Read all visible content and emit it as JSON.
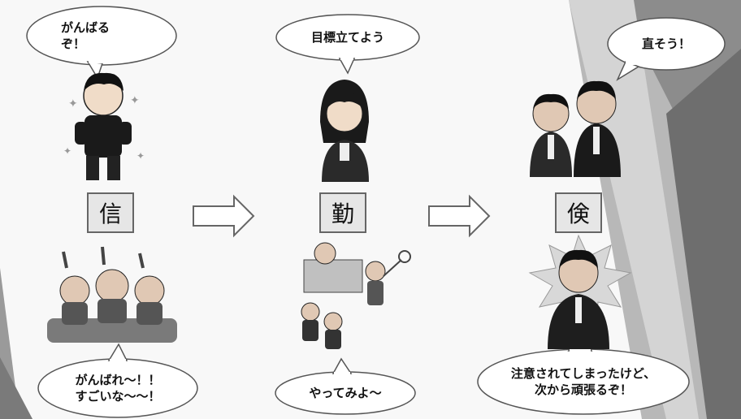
{
  "colors": {
    "background": "#f8f8f8",
    "box_fill": "#e6e6e6",
    "box_border": "#666666",
    "triangles": [
      "#9a9a9a",
      "#7a7a7a",
      "#c8c8c8"
    ]
  },
  "stages": [
    {
      "kanji": "信",
      "top_bubble": [
        "がんばる",
        "ぞ！"
      ],
      "bottom_bubble": [
        "がんばれ～！！",
        "すごいな～～！"
      ]
    },
    {
      "kanji": "勤",
      "top_bubble": [
        "目標立てよう"
      ],
      "bottom_bubble": [
        "やってみよ～"
      ]
    },
    {
      "kanji": "倹",
      "top_bubble": [
        "直そう！"
      ],
      "bottom_bubble": [
        "注意されてしまったけど、",
        "次から頑張るぞ！"
      ]
    }
  ],
  "arrows": [
    "right-arrow",
    "right-arrow"
  ],
  "illustrations": [
    "cheering-student-icon",
    "cheerleaders-icon",
    "thinking-woman-icon",
    "studying-children-icon",
    "two-businessmen-icon",
    "scolded-businessman-icon"
  ]
}
